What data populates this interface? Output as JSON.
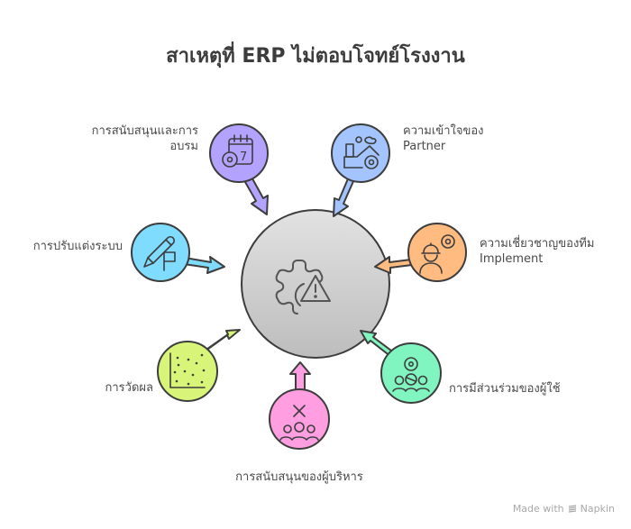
{
  "title": "สาเหตุที่ ERP ไม่ตอบโจทย์โรงงาน",
  "center": {
    "icon": "gear-warning-icon",
    "color": "#cfcfcf"
  },
  "factors": [
    {
      "id": "training",
      "label": "การสนับสนุนและการอบรม",
      "label_lines": [
        "การสนับสนุนและการ",
        "อบรม"
      ],
      "icon": "calendar-gear-icon",
      "color": "#b3a3ff"
    },
    {
      "id": "partner",
      "label": "ความเข้าใจของ Partner",
      "label_lines": [
        "ความเข้าใจของ",
        "Partner"
      ],
      "icon": "factory-gear-icon",
      "color": "#a3c4ff"
    },
    {
      "id": "customization",
      "label": "การปรับแต่งระบบ",
      "label_lines": [
        "การปรับแต่งระบบ"
      ],
      "icon": "pencil-flag-icon",
      "color": "#7fdcff"
    },
    {
      "id": "expertise",
      "label": "ความเชี่ยวชาญของทีม Implement",
      "label_lines": [
        "ความเชี่ยวชาญของทีม",
        "Implement"
      ],
      "icon": "engineer-gear-icon",
      "color": "#ffbb80"
    },
    {
      "id": "measurement",
      "label": "การวัดผล",
      "label_lines": [
        "การวัดผล"
      ],
      "icon": "scatter-plot-icon",
      "color": "#d8f57a"
    },
    {
      "id": "user_participation",
      "label": "การมีส่วนร่วมของผู้ใช้",
      "label_lines": [
        "การมีส่วนร่วมของผู้ใช้"
      ],
      "icon": "team-gear-icon",
      "color": "#80f5c0"
    },
    {
      "id": "executive_support",
      "label": "การสนับสนุนของผู้บริหาร",
      "label_lines": [
        "การสนับสนุนของผู้บริหาร"
      ],
      "icon": "team-x-icon",
      "color": "#ff9ee0"
    }
  ],
  "footer": {
    "text": "Made with",
    "brand": "Napkin"
  }
}
